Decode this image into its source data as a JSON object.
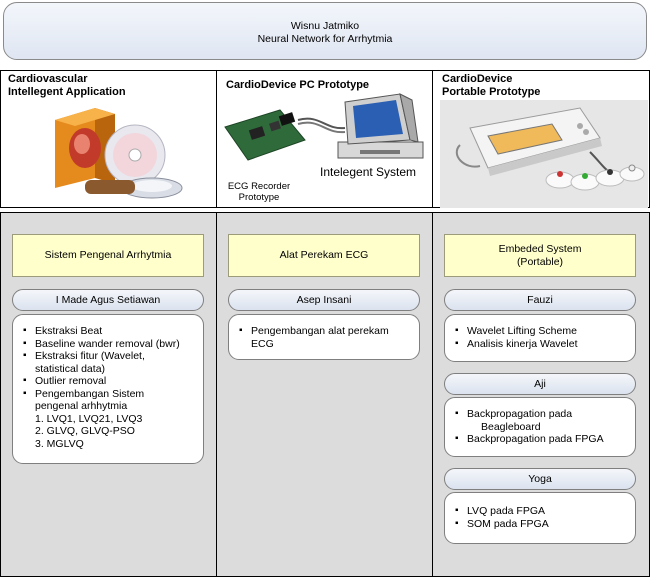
{
  "header": {
    "name": "Wisnu Jatmiko",
    "title": "Neural Network for Arrhytmia"
  },
  "top": {
    "col1": {
      "title_line1": "Cardiovascular",
      "title_line2": "Intellegent Application"
    },
    "col2": {
      "title": "CardioDevice PC Prototype",
      "recorder_caption_1": "ECG Recorder",
      "recorder_caption_2": "Prototype",
      "system_caption": "Intelegent System"
    },
    "col3": {
      "title_line1": "CardioDevice",
      "title_line2": "Portable Prototype"
    }
  },
  "columns": [
    {
      "header": "Sistem Pengenal Arrhytmia",
      "person": "I Made Agus Setiawan",
      "items": [
        "Ekstraksi Beat",
        "Baseline wander removal (bwr)",
        "Ekstraksi fitur (Wavelet,",
        "statistical data)",
        "Outlier removal",
        "Pengembangan Sistem",
        "pengenal arhhytmia",
        "1. LVQ1, LVQ21, LVQ3",
        "2. GLVQ, GLVQ-PSO",
        "3. MGLVQ"
      ]
    },
    {
      "header": "Alat Perekam ECG",
      "person": "Asep Insani",
      "items": [
        "Pengembangan alat perekam",
        "ECG"
      ]
    },
    {
      "header_line1": "Embeded System",
      "header_line2": "(Portable)",
      "groups": [
        {
          "person": "Fauzi",
          "items": [
            "Wavelet Lifting Scheme",
            "Analisis kinerja Wavelet"
          ]
        },
        {
          "person": "Aji",
          "items": [
            "Backpropagation pada",
            "Beagleboard",
            "Backpropagation pada FPGA"
          ]
        },
        {
          "person": "Yoga",
          "items": [
            "LVQ pada FPGA",
            "SOM pada FPGA"
          ]
        }
      ]
    }
  ]
}
